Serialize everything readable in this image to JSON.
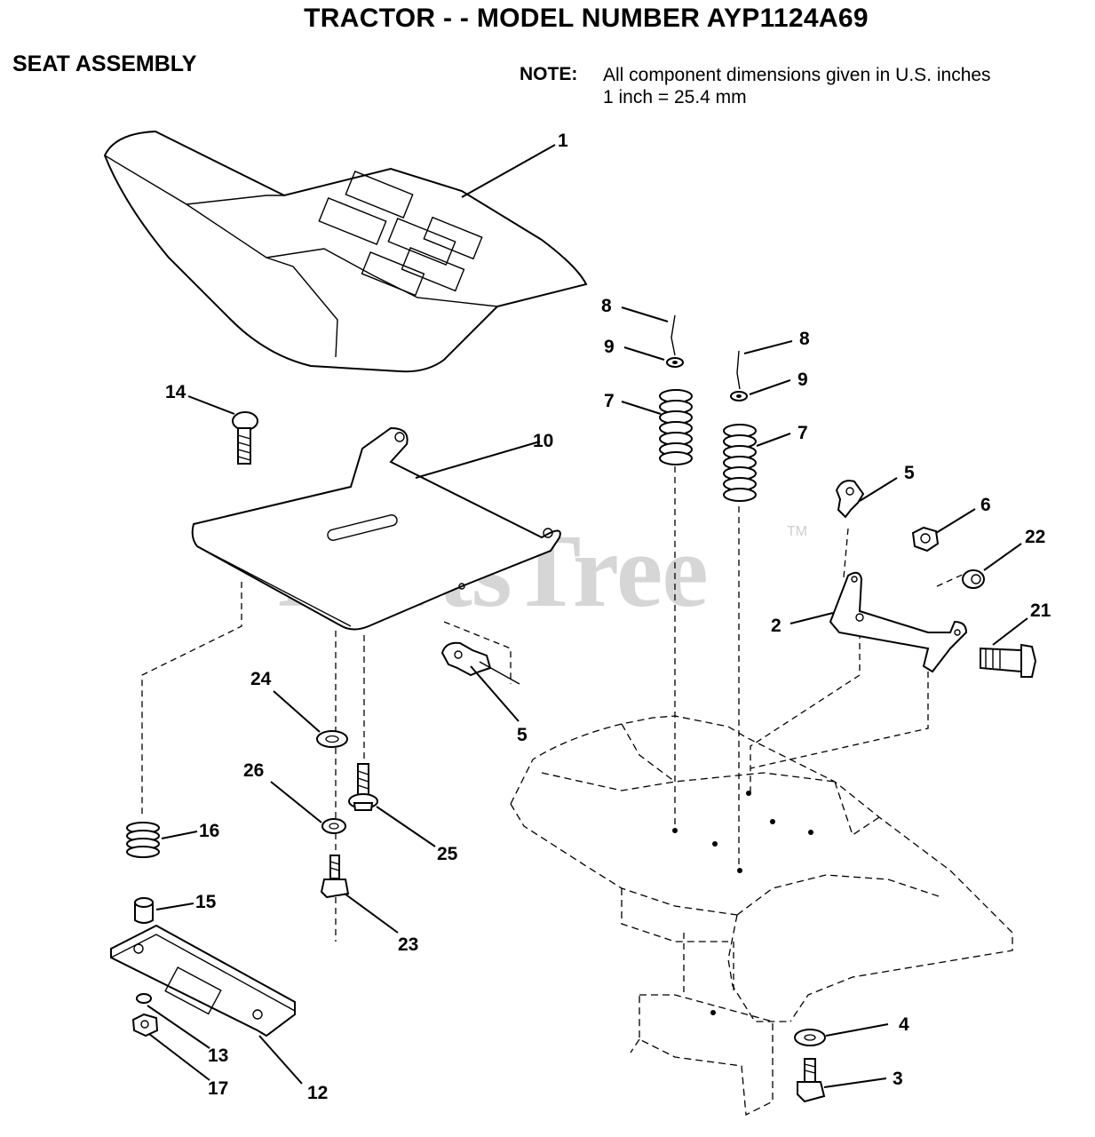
{
  "title": "TRACTOR - - MODEL NUMBER AYP1124A69",
  "subtitle": "SEAT ASSEMBLY",
  "note": {
    "label": "NOTE:",
    "line1": "All component dimensions given in U.S. inches",
    "line2": "1 inch = 25.4 mm"
  },
  "watermark": "PartsTree",
  "trademark": "TM",
  "callouts": {
    "c1": "1",
    "c2": "2",
    "c3": "3",
    "c4": "4",
    "c5a": "5",
    "c5b": "5",
    "c6": "6",
    "c7a": "7",
    "c7b": "7",
    "c8a": "8",
    "c8b": "8",
    "c9a": "9",
    "c9b": "9",
    "c10": "10",
    "c12": "12",
    "c13": "13",
    "c14": "14",
    "c15": "15",
    "c16": "16",
    "c17": "17",
    "c21": "21",
    "c22": "22",
    "c23": "23",
    "c24": "24",
    "c25": "25",
    "c26": "26"
  }
}
